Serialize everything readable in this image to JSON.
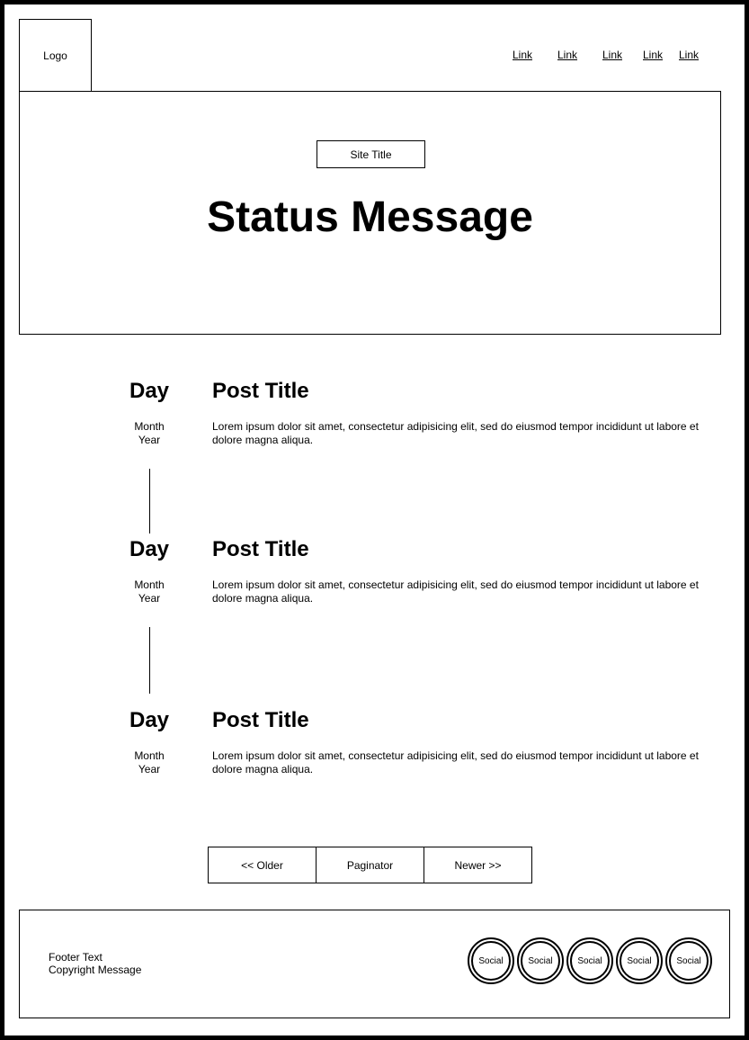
{
  "header": {
    "logo": "Logo",
    "nav_links": [
      "Link",
      "Link",
      "Link",
      "Link",
      "Link"
    ]
  },
  "hero": {
    "site_title": "Site Title",
    "status_message": "Status Message"
  },
  "posts": [
    {
      "day": "Day",
      "month": "Month",
      "year": "Year",
      "title": "Post Title",
      "body": "Lorem ipsum dolor sit amet, consectetur adipisicing elit, sed do eiusmod tempor incididunt ut labore et dolore magna aliqua."
    },
    {
      "day": "Day",
      "month": "Month",
      "year": "Year",
      "title": "Post Title",
      "body": "Lorem ipsum dolor sit amet, consectetur adipisicing elit, sed do eiusmod tempor incididunt ut labore et dolore magna aliqua."
    },
    {
      "day": "Day",
      "month": "Month",
      "year": "Year",
      "title": "Post Title",
      "body": "Lorem ipsum dolor sit amet, consectetur adipisicing elit, sed do eiusmod tempor incididunt ut labore et dolore magna aliqua."
    }
  ],
  "pagination": {
    "older": "<< Older",
    "label": "Paginator",
    "newer": "Newer >>"
  },
  "footer": {
    "text": "Footer Text",
    "copyright": "Copyright Message",
    "social": [
      "Social",
      "Social",
      "Social",
      "Social",
      "Social"
    ]
  }
}
